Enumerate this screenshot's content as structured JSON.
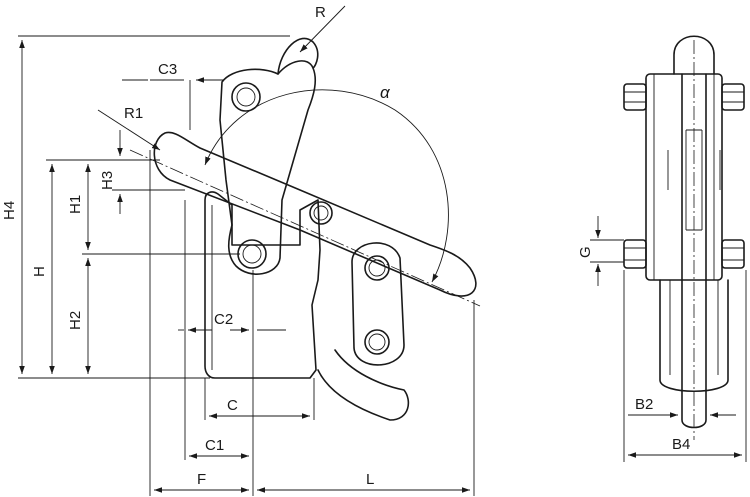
{
  "labels": {
    "R": "R",
    "C3": "C3",
    "alpha": "α",
    "R1": "R1",
    "H3": "H3",
    "H4": "H4",
    "H1": "H1",
    "H": "H",
    "H2": "H2",
    "C2": "C2",
    "C": "C",
    "C1": "C1",
    "F": "F",
    "L": "L",
    "G": "G",
    "B2": "B2",
    "B4": "B4"
  }
}
